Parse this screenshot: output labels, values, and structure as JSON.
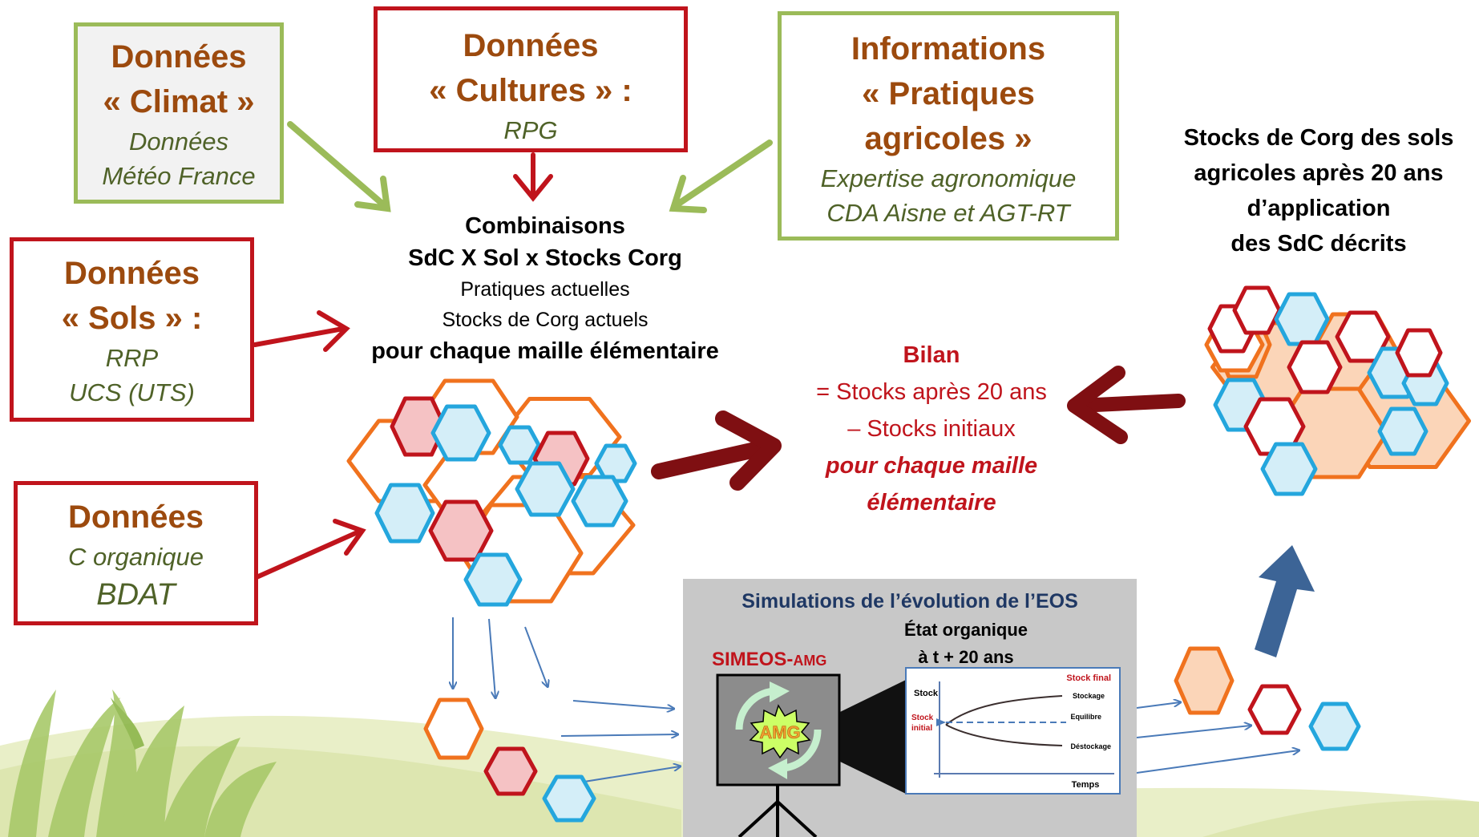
{
  "boxes": {
    "climat": {
      "head": [
        "Données",
        "« Climat »"
      ],
      "sub": [
        "Données",
        "Météo France"
      ]
    },
    "cultures": {
      "head": [
        "Données",
        "« Cultures » :"
      ],
      "sub": [
        "RPG"
      ]
    },
    "pratiques": {
      "head": [
        "Informations",
        "« Pratiques",
        "agricoles »"
      ],
      "sub": [
        "Expertise agronomique",
        "CDA Aisne et AGT-RT"
      ]
    },
    "sols": {
      "head": [
        "Données",
        "« Sols » :"
      ],
      "sub": [
        "RRP",
        "UCS (UTS)"
      ]
    },
    "corg": {
      "head": [
        "Données"
      ],
      "sub": [
        "C organique"
      ],
      "sub_big": "BDAT"
    }
  },
  "center": {
    "line1": "Combinaisons",
    "line2": "SdC X Sol x Stocks Corg",
    "line3": "Pratiques actuelles",
    "line4": "Stocks de Corg actuels",
    "line5": "pour chaque maille élémentaire"
  },
  "bilan": {
    "title": "Bilan",
    "line1": "= Stocks après 20 ans",
    "line2": "– Stocks initiaux",
    "line3": "pour chaque maille",
    "line4": "élémentaire"
  },
  "stocks_final": [
    "Stocks de Corg des sols",
    "agricoles après 20 ans",
    "d’application",
    "des SdC décrits"
  ],
  "simulation": {
    "title": "Simulations de l’évolution de l’EOS",
    "etat_line1": "État organique",
    "etat_line2": "à t + 20 ans",
    "simeos_main": "SIMEOS-",
    "simeos_small": "AMG",
    "amg": "AMG",
    "graph": {
      "stock_axis": "Stock",
      "stock_final": "Stock final",
      "stockage": "Stockage",
      "equilibre": "Equilibre",
      "destockage": "Déstockage",
      "stock_initial_1": "Stock",
      "stock_initial_2": "initial",
      "temps": "Temps"
    }
  },
  "colors": {
    "green_border": "#9bbb59",
    "red_border": "#c0141c",
    "brown_title": "#9c4a0e",
    "olive_text": "#4f6228",
    "dark_red_arrow": "#7f0f12",
    "blue_arrow": "#3c6496",
    "hex_orange": "#f0721e",
    "hex_red": "#c0141c",
    "hex_blue": "#24a6dd"
  }
}
